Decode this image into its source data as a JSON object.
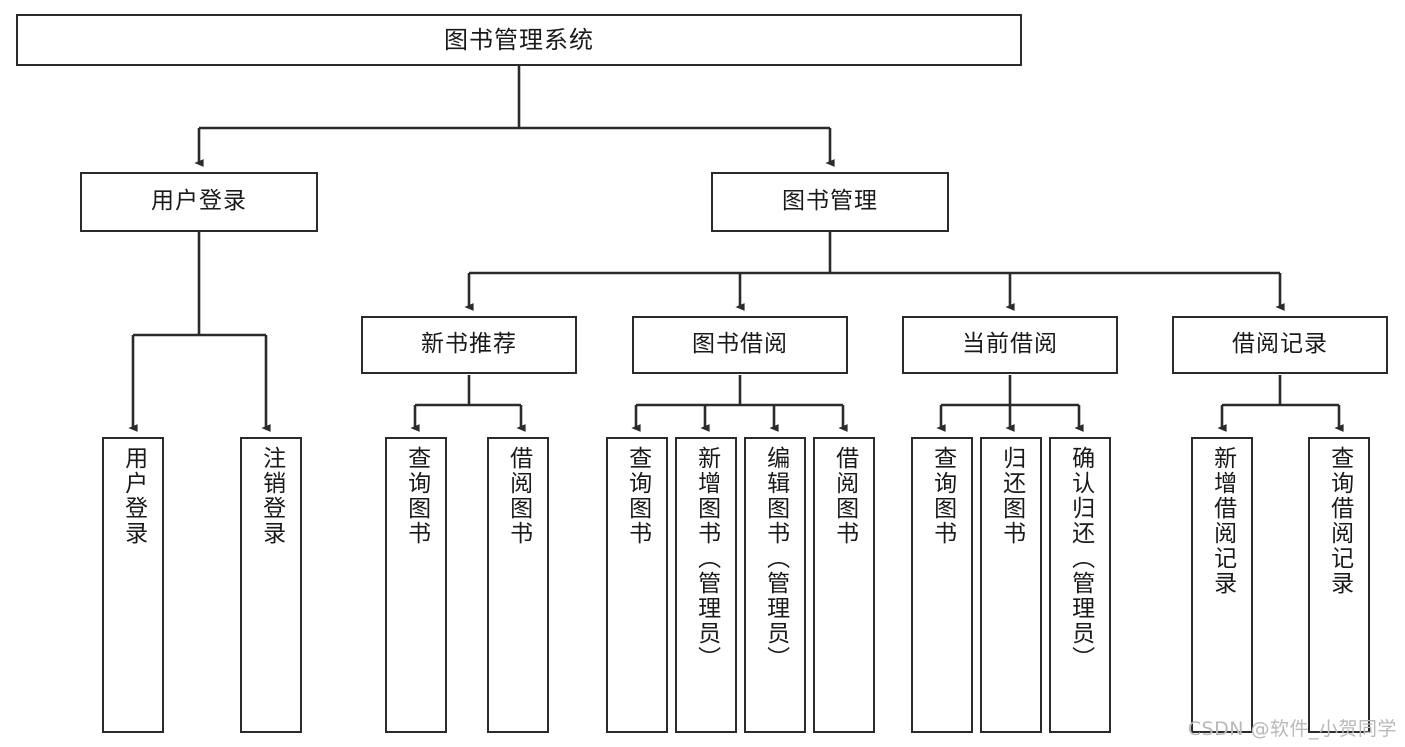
{
  "diagram": {
    "title": "图书管理系统",
    "type": "function-structure-tree",
    "background_color": "#ffffff",
    "line_color": "#2b2b2b",
    "text_color": "#1a1a1a",
    "watermark": "CSDN @软件_小贺同学",
    "levels": {
      "root": {
        "label": "图书管理系统"
      },
      "level2": [
        {
          "label": "用户登录"
        },
        {
          "label": "图书管理"
        }
      ],
      "level3": [
        {
          "label": "新书推荐"
        },
        {
          "label": "图书借阅"
        },
        {
          "label": "当前借阅"
        },
        {
          "label": "借阅记录"
        }
      ],
      "leaves": {
        "user_login": [
          {
            "label": "用户登录"
          },
          {
            "label": "注销登录"
          }
        ],
        "new_book_recommend": [
          {
            "label": "查询图书"
          },
          {
            "label": "借阅图书"
          }
        ],
        "book_borrow": [
          {
            "label": "查询图书"
          },
          {
            "label": "新增图书（管理员）"
          },
          {
            "label": "编辑图书（管理员）"
          },
          {
            "label": "借阅图书"
          }
        ],
        "current_borrow": [
          {
            "label": "查询图书"
          },
          {
            "label": "归还图书"
          },
          {
            "label": "确认归还（管理员）"
          }
        ],
        "borrow_record": [
          {
            "label": "新增借阅记录"
          },
          {
            "label": "查询借阅记录"
          }
        ]
      }
    }
  }
}
